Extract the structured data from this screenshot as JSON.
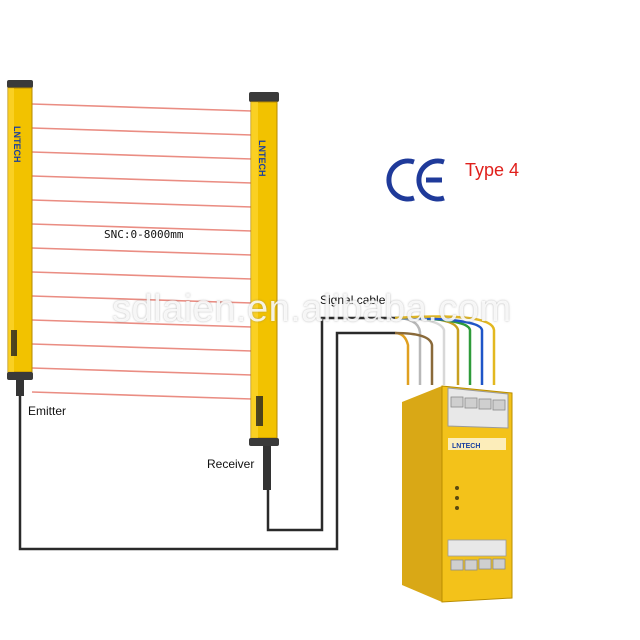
{
  "labels": {
    "range": "SNC:0-8000mm",
    "emitter": "Emitter",
    "receiver": "Receiver",
    "signal_cable": "Signal cable",
    "certification": "Type 4",
    "watermark": "sdlaien.en.alibaba.com"
  },
  "brand": "LNTECH",
  "colors": {
    "housing": "#f2c200",
    "beam": "#e77a6e",
    "ce_mark": "#1f3a9a",
    "type_text": "#e0201c",
    "relay_body": "#f3c21a"
  },
  "icons": [
    "ce-mark-icon"
  ]
}
